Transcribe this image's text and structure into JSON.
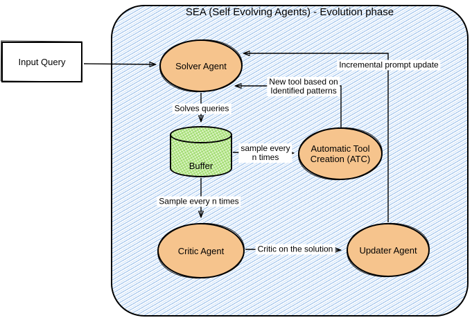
{
  "title": "SEA (Self Evolving Agents) - Evolution phase",
  "nodes": {
    "input_query": {
      "label": "Input Query"
    },
    "solver": {
      "label": "Solver Agent"
    },
    "buffer": {
      "label": "Buffer"
    },
    "atc": {
      "label": "Automatic Tool Creation (ATC)"
    },
    "critic": {
      "label": "Critic Agent"
    },
    "updater": {
      "label": "Updater Agent"
    }
  },
  "edges": {
    "solves_queries": "Solves queries",
    "sample_right_line1": "sample every",
    "sample_right_line2": "n times",
    "sample_bottom": "Sample every n times",
    "critic_solution": "Critic on the solution",
    "new_tool_line1": "New tool based on",
    "new_tool_line2": "Identified patterns",
    "incremental": "Incremental prompt update"
  },
  "colors": {
    "agent_fill": "#f6c48d",
    "buffer_fill": "#bdea92",
    "container_hatch": "#a9c9ee",
    "outline": "#000000",
    "label_background": "#ffffff"
  }
}
